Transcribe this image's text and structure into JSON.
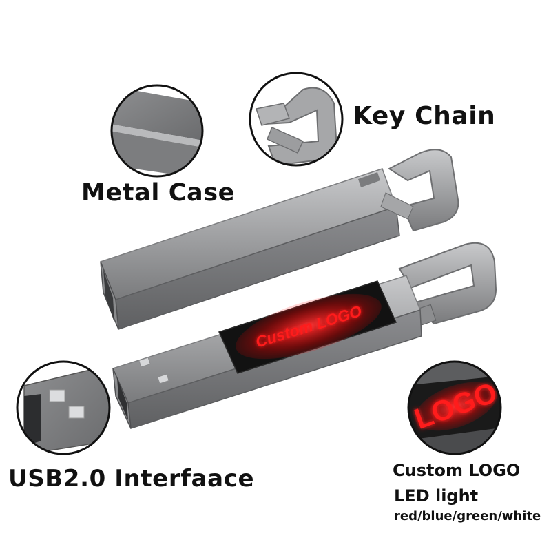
{
  "labels": {
    "metal_case": "Metal Case",
    "key_chain": "Key Chain",
    "usb_interface": "USB2.0 Interfaace",
    "custom_logo": "Custom LOGO",
    "led_light": "LED light",
    "colors": "red/blue/green/white"
  },
  "drive_logo_text": "Custom LOGO",
  "callout_logo_text": "LOGO",
  "colors": {
    "metal": "#9a9b9d",
    "metal_dark": "#6f7072",
    "logo_panel": "#111111",
    "led_red": "#ff1a1a"
  }
}
